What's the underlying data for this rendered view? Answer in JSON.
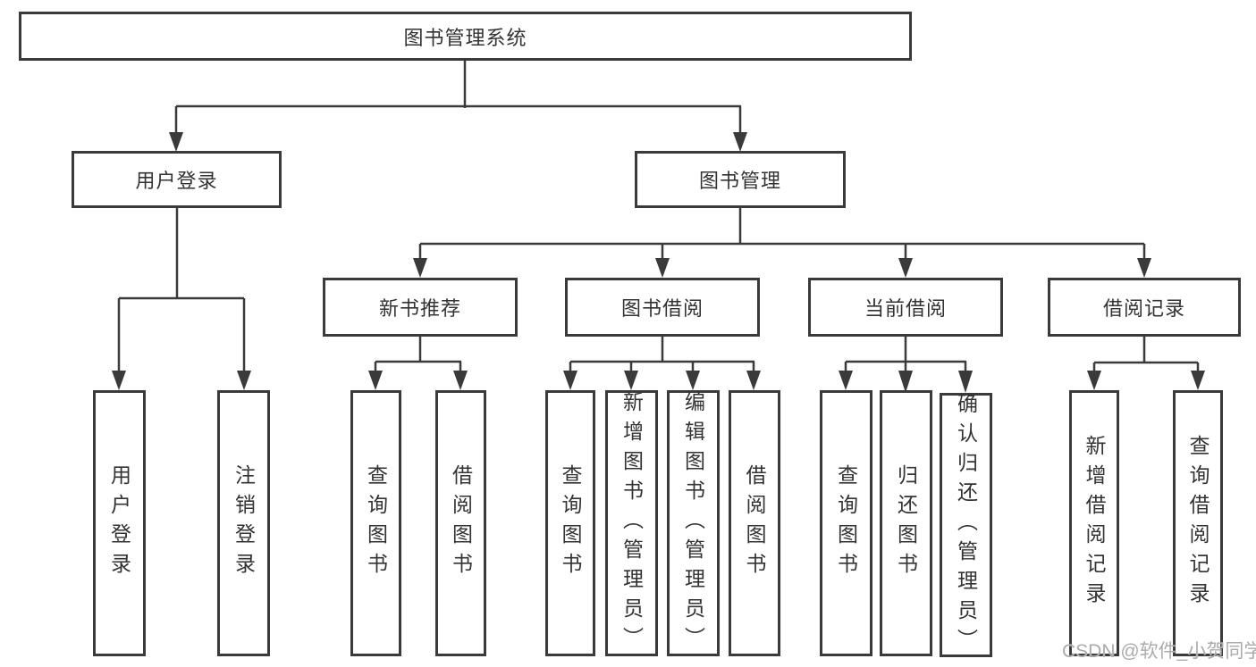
{
  "tree": {
    "label": "图书管理系统",
    "children": [
      {
        "label": "用户登录",
        "children": [
          {
            "label": "用户登录"
          },
          {
            "label": "注销登录"
          }
        ]
      },
      {
        "label": "图书管理",
        "children": [
          {
            "label": "新书推荐",
            "children": [
              {
                "label": "查询图书"
              },
              {
                "label": "借阅图书"
              }
            ]
          },
          {
            "label": "图书借阅",
            "children": [
              {
                "label": "查询图书"
              },
              {
                "label": "新增图书（管理员）"
              },
              {
                "label": "编辑图书（管理员）"
              },
              {
                "label": "借阅图书"
              }
            ]
          },
          {
            "label": "当前借阅",
            "children": [
              {
                "label": "查询图书"
              },
              {
                "label": "归还图书"
              },
              {
                "label": "确认归还（管理员）"
              }
            ]
          },
          {
            "label": "借阅记录",
            "children": [
              {
                "label": "新增借阅记录"
              },
              {
                "label": "查询借阅记录"
              }
            ]
          }
        ]
      }
    ]
  },
  "watermark": "CSDN @软件_小贺同学",
  "colors": {
    "line": "#3a3a3a",
    "text": "#333333",
    "box_background": "#ffffff",
    "watermark": "#ababab"
  }
}
